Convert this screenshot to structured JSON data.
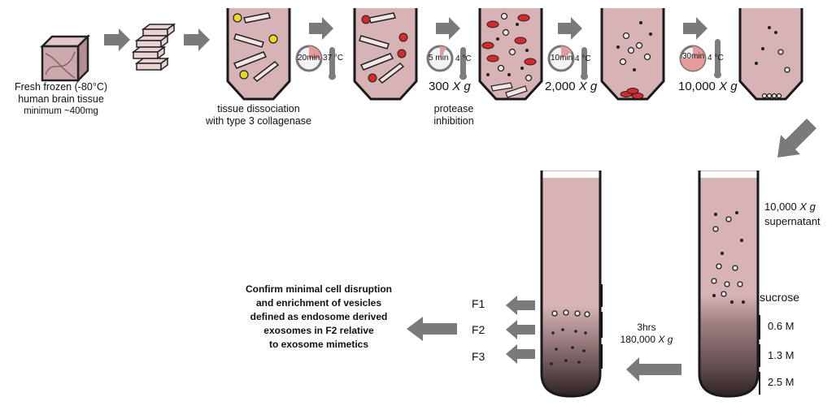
{
  "tissue": {
    "line1": "Fresh frozen (-80°C)",
    "line2": "human brain tissue",
    "line3": "minimum ~400mg"
  },
  "dissociation": {
    "line1": "tissue dissociation",
    "line2": "with type 3 collagenase"
  },
  "step1": {
    "time": "20min",
    "temp": "37 °C"
  },
  "step2": {
    "time": "5 min",
    "temp": "4 °C",
    "speed_value": "300",
    "speed_unit": "X g",
    "note_line1": "protease",
    "note_line2": "inhibition"
  },
  "step3": {
    "time": "10min",
    "temp": "4 °C",
    "speed_value": "2,000",
    "speed_unit": "X g"
  },
  "step4": {
    "time": "30min",
    "temp": "4 °C",
    "speed_value": "10,000",
    "speed_unit": "X g"
  },
  "gradient": {
    "load_value": "10,000",
    "load_unit": "X g",
    "load_label": "supernatant",
    "sucrose": "sucrose",
    "layers": [
      "0.6 M",
      "1.3 M",
      "2.5 M"
    ]
  },
  "spin": {
    "time": "3hrs",
    "speed_value": "180,000",
    "speed_unit": "X g"
  },
  "fractions": [
    "F1",
    "F2",
    "F3"
  ],
  "conclusion": {
    "line1": "Confirm minimal cell disruption",
    "line2": "and enrichment of vesicles",
    "line3": "defined as endosome derived",
    "line4": "exosomes in  F2 relative",
    "line5": "to exosome mimetics"
  },
  "colors": {
    "tube_fill": "#d8b3b5",
    "tube_outline": "#1a1a1a",
    "arrow": "#7a7a7a",
    "red_cell": "#d42a2a",
    "yellow_bead": "#e6d92a",
    "tissue_block": "#cba9ad",
    "gradient_bottom": "#3a2a2c"
  }
}
